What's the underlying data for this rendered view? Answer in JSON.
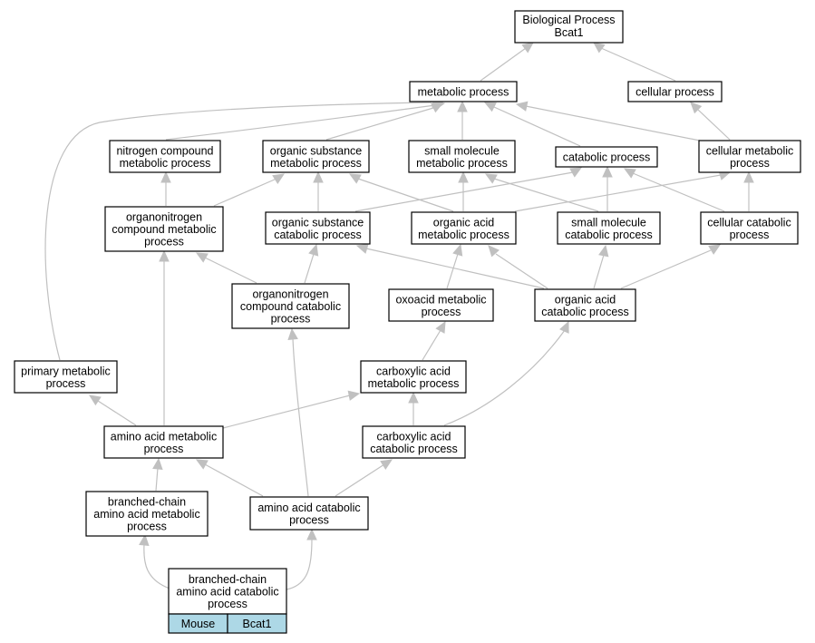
{
  "diagram": {
    "root": {
      "line1": "Biological Process",
      "line2": "Bcat1"
    },
    "nodes": {
      "metabolic_process": [
        "metabolic process"
      ],
      "cellular_process": [
        "cellular process"
      ],
      "nitrogen_compound": [
        "nitrogen compound",
        "metabolic process"
      ],
      "org_sub_metabolic": [
        "organic substance",
        "metabolic process"
      ],
      "small_mol_metabolic": [
        "small molecule",
        "metabolic process"
      ],
      "catabolic_process": [
        "catabolic process"
      ],
      "cellular_metabolic": [
        "cellular metabolic",
        "process"
      ],
      "organonitrogen_compound_metabolic": [
        "organonitrogen",
        "compound metabolic",
        "process"
      ],
      "org_sub_catabolic": [
        "organic substance",
        "catabolic process"
      ],
      "organic_acid_metabolic": [
        "organic acid",
        "metabolic process"
      ],
      "small_mol_catabolic": [
        "small molecule",
        "catabolic process"
      ],
      "cellular_catabolic": [
        "cellular catabolic",
        "process"
      ],
      "organonitrogen_compound_catabolic": [
        "organonitrogen",
        "compound catabolic",
        "process"
      ],
      "oxoacid_metabolic": [
        "oxoacid metabolic",
        "process"
      ],
      "organic_acid_catabolic": [
        "organic acid",
        "catabolic process"
      ],
      "primary_metabolic": [
        "primary metabolic",
        "process"
      ],
      "carboxylic_metabolic": [
        "carboxylic acid",
        "metabolic process"
      ],
      "amino_acid_metabolic": [
        "amino acid metabolic",
        "process"
      ],
      "carboxylic_catabolic": [
        "carboxylic acid",
        "catabolic process"
      ],
      "bc_amino_metabolic": [
        "branched-chain",
        "amino acid metabolic",
        "process"
      ],
      "amino_acid_catabolic": [
        "amino acid catabolic",
        "process"
      ],
      "bc_amino_catabolic": [
        "branched-chain",
        "amino acid catabolic",
        "process"
      ]
    },
    "legend": {
      "species": "Mouse",
      "gene": "Bcat1"
    },
    "colors": {
      "edge": "#c0c0c0",
      "legend_fill": "#add8e6",
      "border": "#000000"
    }
  }
}
